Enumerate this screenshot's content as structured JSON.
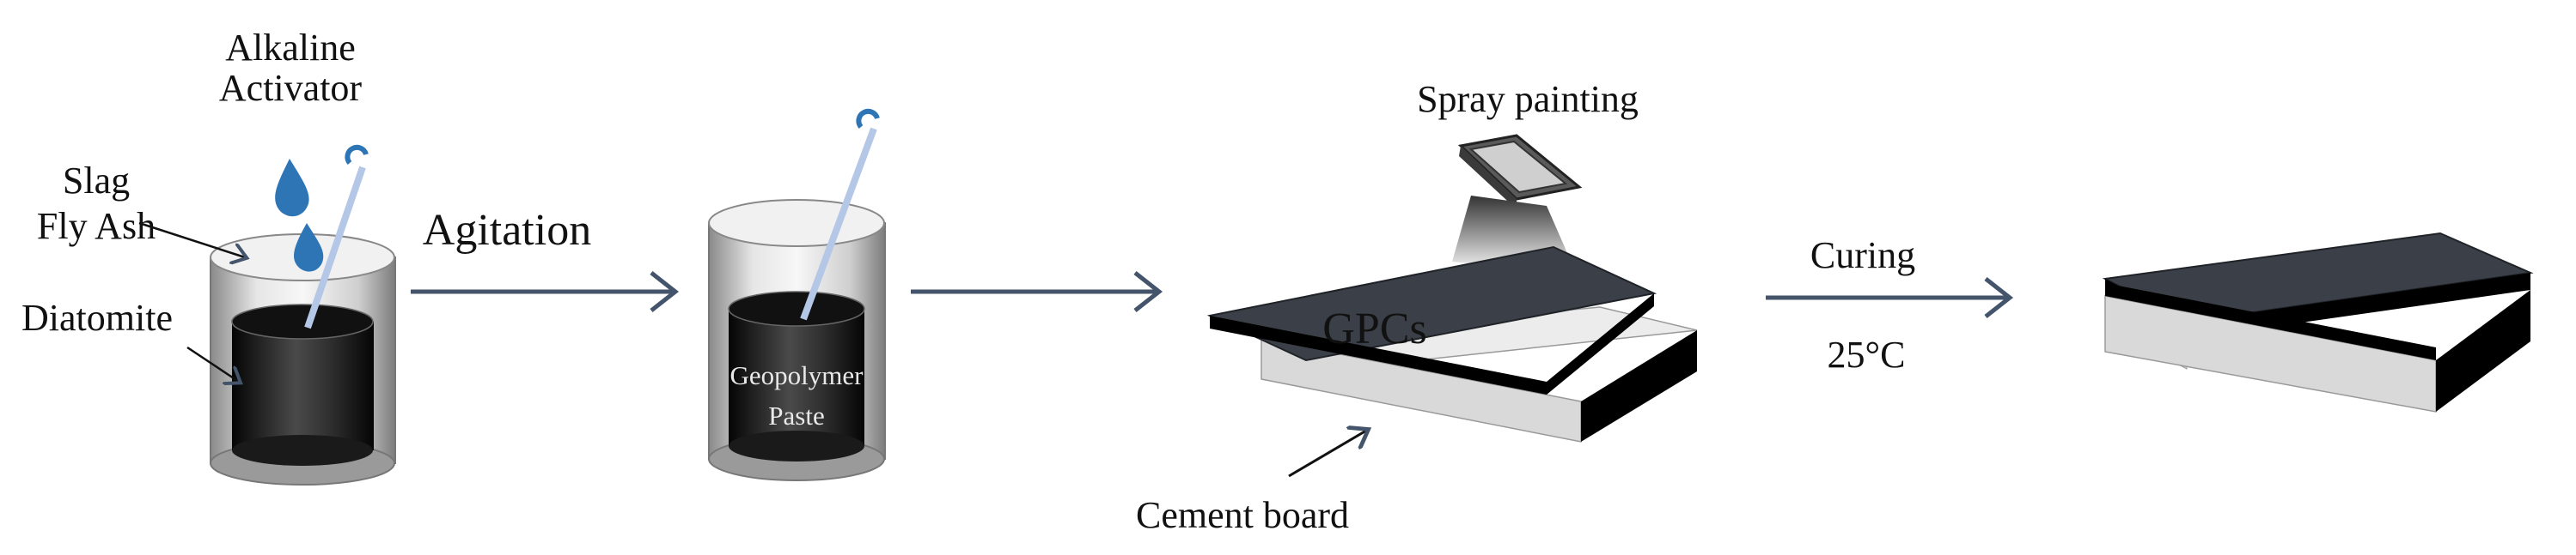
{
  "labels": {
    "alkaline_line1": "Alkaline",
    "alkaline_line2": "Activator",
    "slag": "Slag",
    "fly_ash": "Fly Ash",
    "diatomite": "Diatomite",
    "agitation": "Agitation",
    "geopolymer_line1": "Geopolymer",
    "geopolymer_line2": "Paste",
    "spray_painting": "Spray painting",
    "gpcs": "GPCs",
    "cement_board": "Cement board",
    "curing": "Curing",
    "curing_temp": "25°C"
  },
  "colors": {
    "arrow": "#44546a",
    "water_drop": "#2e75b6",
    "coating": "#000000",
    "coating_top": "#3b3f47",
    "board_front": "#d9d9d9",
    "stirrer": "#b4c7e7"
  }
}
